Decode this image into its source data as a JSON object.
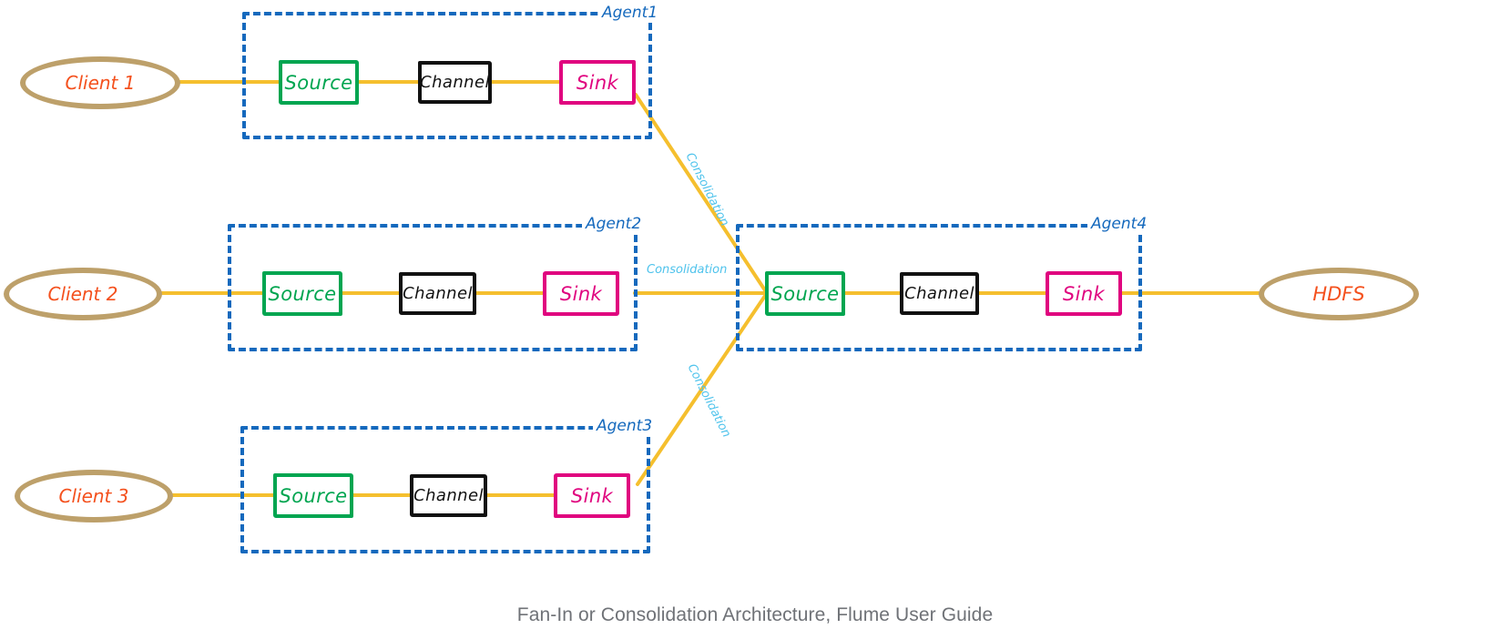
{
  "diagram": {
    "title": "Fan-In or Consolidation Architecture, Flume User Guide",
    "node_labels": {
      "source": "Source",
      "channel": "Channel",
      "sink": "Sink"
    },
    "colors": {
      "source_border": "#00a550",
      "channel_border": "#111111",
      "sink_border": "#e0047f",
      "agent_border": "#1569bd",
      "agent_label": "#1569bd",
      "flow_line": "#f5bf2e",
      "ellipse_border": "#bda06a",
      "ellipse_text": "#f4511e",
      "consolidation_label": "#4fc3ec",
      "caption": "#6f7277",
      "background": "#ffffff"
    },
    "clients": [
      {
        "label": "Client 1"
      },
      {
        "label": "Client 2"
      },
      {
        "label": "Client 3"
      }
    ],
    "sink_store": {
      "label": "HDFS"
    },
    "agents": [
      {
        "label": "Agent1",
        "nodes": [
          {
            "type": "source",
            "label": "Source"
          },
          {
            "type": "channel",
            "label": "Channel"
          },
          {
            "type": "sink",
            "label": "Sink"
          }
        ]
      },
      {
        "label": "Agent2",
        "nodes": [
          {
            "type": "source",
            "label": "Source"
          },
          {
            "type": "channel",
            "label": "Channel"
          },
          {
            "type": "sink",
            "label": "Sink"
          }
        ]
      },
      {
        "label": "Agent3",
        "nodes": [
          {
            "type": "source",
            "label": "Source"
          },
          {
            "type": "channel",
            "label": "Channel"
          },
          {
            "type": "sink",
            "label": "Sink"
          }
        ]
      },
      {
        "label": "Agent4",
        "nodes": [
          {
            "type": "source",
            "label": "Source"
          },
          {
            "type": "channel",
            "label": "Channel"
          },
          {
            "type": "sink",
            "label": "Sink"
          }
        ]
      }
    ],
    "edge_labels": {
      "top": "Consolidation",
      "middle": "Consolidation",
      "bottom": "Consolidation"
    }
  }
}
